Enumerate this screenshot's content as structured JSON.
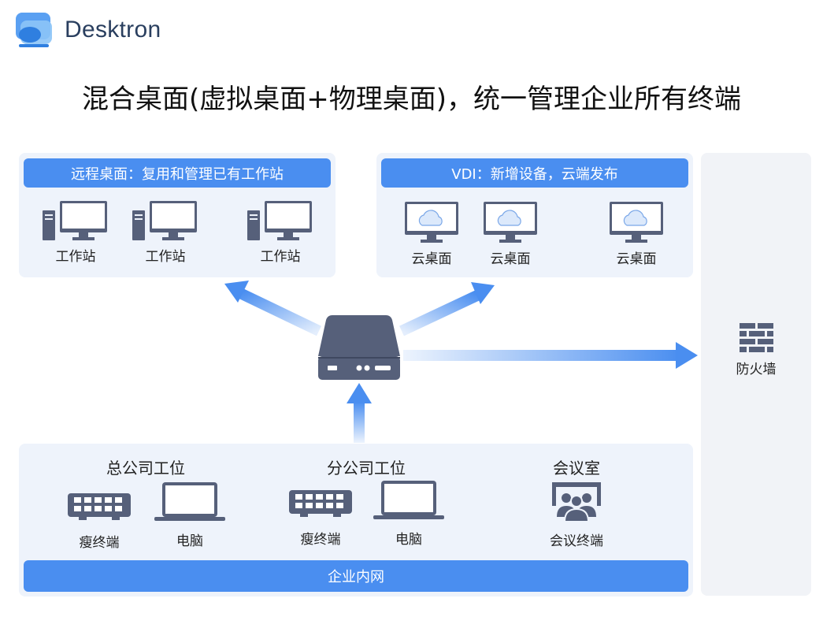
{
  "brand": {
    "name": "Desktron"
  },
  "title": "混合桌面(虚拟桌面+物理桌面)，统一管理企业所有终端",
  "remote_panel": {
    "header": "远程桌面：复用和管理已有工作站",
    "items": [
      "工作站",
      "工作站",
      "工作站"
    ]
  },
  "vdi_panel": {
    "header": "VDI：新增设备，云端发布",
    "items": [
      "云桌面",
      "云桌面",
      "云桌面"
    ]
  },
  "firewall": {
    "label": "防火墙"
  },
  "intranet": {
    "bar": "企业内网",
    "groups": [
      {
        "title": "总公司工位",
        "items": [
          "瘦终端",
          "电脑"
        ]
      },
      {
        "title": "分公司工位",
        "items": [
          "瘦终端",
          "电脑"
        ]
      },
      {
        "title": "会议室",
        "items": [
          "会议终端"
        ]
      }
    ]
  },
  "colors": {
    "accent": "#4a8ef0",
    "device": "#56607a",
    "panel": "#eef3fb"
  }
}
